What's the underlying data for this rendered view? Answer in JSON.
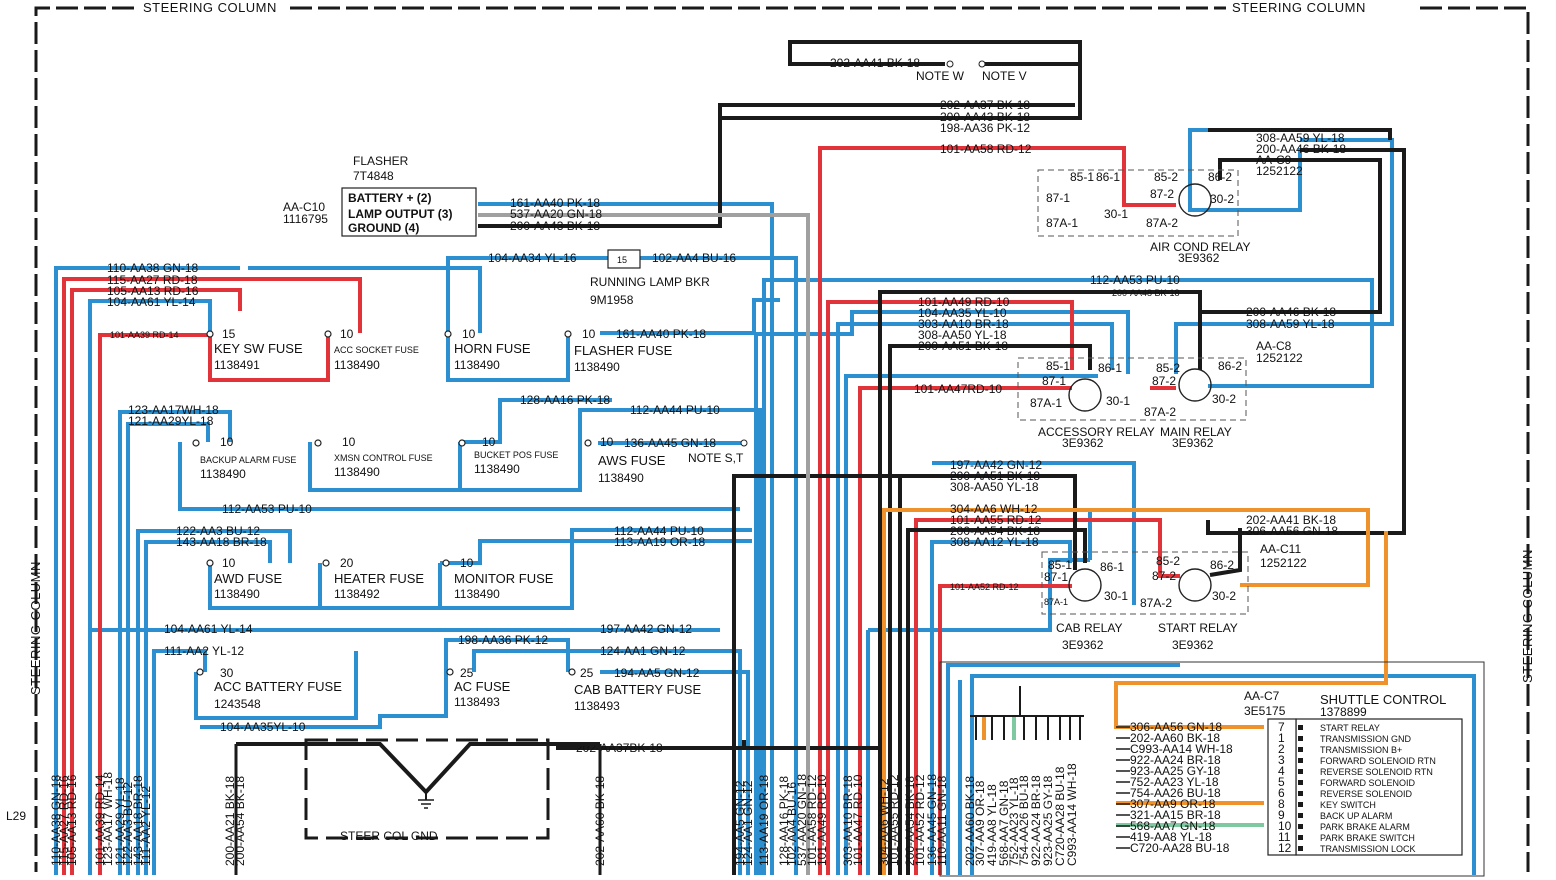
{
  "colors": {
    "blue": "#2b8fd0",
    "red": "#e0343a",
    "black": "#1a1a1a",
    "gray": "#a0a0a0",
    "orange": "#f0922b",
    "green": "#7fc9a0"
  },
  "frame": {
    "title_top_left": "STEERING COLUMN",
    "title_top_right": "STEERING COLUMN",
    "title_left": "STEERING COLUMN",
    "title_right": "STEERING COLUMN",
    "page_ref": "L29"
  },
  "flasher": {
    "title": "FLASHER",
    "part": "7T4848",
    "connector": "AA-C10",
    "connector_part": "1116795",
    "pins": [
      "BATTERY + (2)",
      "LAMP OUTPUT (3)",
      "GROUND (4)"
    ],
    "wires": [
      "161-AA40  PK-18",
      "537-AA20  GN-18",
      "200-AA43  BK-18"
    ]
  },
  "top_wires": {
    "note_wire": "202-AA41  BK-18",
    "note_w": "NOTE W",
    "note_v": "NOTE V",
    "w1": "202-AA37  BK-18",
    "w2": "200-AA43  BK-18",
    "w3": "198-AA36  PK-12",
    "w4": "101-AA58  RD-12"
  },
  "running_lamp": {
    "wire_in": "104-AA34  YL-16",
    "wire_out": "102-AA4  BU-16",
    "amp": "15",
    "name": "RUNNING LAMP BKR",
    "part": "9M1958"
  },
  "left_wires": {
    "l1": "110-AA38  GN-18",
    "l2": "115-AA27  RD-18",
    "l3": "105-AA13  RD-16",
    "l4": "104-AA61  YL-14",
    "keysw_in": "101-AA39  RD-14",
    "l5": "123-AA17WH-18",
    "l6": "121-AA29YL-18",
    "l7": "128-AA16  PK-18",
    "l8": "112-AA44  PU-10",
    "l9": "136-AA45  GN-18",
    "note_st": "NOTE S,T",
    "l10": "112-AA53  PU-10",
    "l11": "122-AA3  BU-12",
    "l12": "143-AA18 BR-18",
    "l13": "112-AA44  PU-10",
    "l14": "113-AA19  OR-18",
    "l15": "104-AA61  YL-14",
    "l16": "111-AA2  YL-12",
    "l17": "197-AA42  GN-12",
    "l18": "198-AA36 PK-12",
    "l19": "124-AA1  GN-12",
    "l20": "194-AA5  GN-12",
    "l21": "104-AA35YL-10",
    "l22": "202-AA37BK-18",
    "flasher_fuse_out": "161-AA40  PK-18"
  },
  "fuses": [
    {
      "name": "KEY SW FUSE",
      "amp": "15",
      "part": "1138491"
    },
    {
      "name": "ACC SOCKET FUSE",
      "amp": "10",
      "part": "1138490"
    },
    {
      "name": "HORN FUSE",
      "amp": "10",
      "part": "1138490"
    },
    {
      "name": "FLASHER FUSE",
      "amp": "10",
      "part": "1138490"
    },
    {
      "name": "BACKUP ALARM FUSE",
      "amp": "10",
      "part": "1138490"
    },
    {
      "name": "XMSN CONTROL FUSE",
      "amp": "10",
      "part": "1138490"
    },
    {
      "name": "BUCKET POS FUSE",
      "amp": "10",
      "part": "1138490"
    },
    {
      "name": "AWS FUSE",
      "amp": "10",
      "part": "1138490"
    },
    {
      "name": "AWD FUSE",
      "amp": "10",
      "part": "1138490"
    },
    {
      "name": "HEATER FUSE",
      "amp": "20",
      "part": "1138492"
    },
    {
      "name": "MONITOR FUSE",
      "amp": "10",
      "part": "1138490"
    },
    {
      "name": "ACC BATTERY FUSE",
      "amp": "30",
      "part": "1243548"
    },
    {
      "name": "AC FUSE",
      "amp": "25",
      "part": "1138493"
    },
    {
      "name": "CAB BATTERY FUSE",
      "amp": "25",
      "part": "1138493"
    }
  ],
  "relays": {
    "aircond": {
      "name": "AIR COND RELAY",
      "part": "3E9362",
      "conn": "AA-C9",
      "conn_part": "1252122",
      "w1": "308-AA59 YL-18",
      "w2": "200-AA46 BK-18"
    },
    "accessory": {
      "name": "ACCESSORY RELAY",
      "part": "3E9362"
    },
    "main": {
      "name": "MAIN RELAY",
      "part": "3E9362",
      "conn": "AA-C8",
      "conn_part": "1252122",
      "w1": "200-AA46  BK-18",
      "w2": "308-AA59  YL-18"
    },
    "cab": {
      "name": "CAB RELAY",
      "part": "3E9362"
    },
    "start": {
      "name": "START RELAY",
      "part": "3E9362",
      "conn": "AA-C11",
      "conn_part": "1252122",
      "w1": "202-AA41  BK-18",
      "w2": "306-AA56  GN-18"
    },
    "pins": {
      "p85_1": "85-1",
      "p86_1": "86-1",
      "p87_1": "87-1",
      "p87a_1": "87A-1",
      "p30_1": "30-1",
      "p85_2": "85-2",
      "p86_2": "86-2",
      "p87_2": "87-2",
      "p87a_2": "87A-2",
      "p30_2": "30-2"
    },
    "mid_wires": {
      "m1": "112-AA53  PU-10",
      "m2": "200-AA48 BK-18",
      "m3": "101-AA49  RD-10",
      "m4": "104-AA35  YL-10",
      "m5": "303-AA10  BR-18",
      "m6": "308-AA50  YL-18",
      "m7": "200-AA51  BK-18",
      "m8": "101-AA47RD-10",
      "m9": "197-AA42  GN-12",
      "m10": "200-AA51  BK-18",
      "m11": "308-AA50  YL-18",
      "m12": "304-AA6  WH-12",
      "m13": "101-AA55  RD-12",
      "m14": "200-AA54  BK-18",
      "m15": "308-AA12  YL-18",
      "m16": "101-AA52  RD-12"
    }
  },
  "ground": {
    "name": "STEER COL GND"
  },
  "shuttle": {
    "conn": "AA-C7",
    "conn_part": "3E5175",
    "title": "SHUTTLE CONTROL",
    "part": "1378899",
    "wires": [
      "306-AA56  GN-18",
      "202-AA60  BK-18",
      "C993-AA14  WH-18",
      "922-AA24  BR-18",
      "923-AA25  GY-18",
      "752-AA23  YL-18",
      "754-AA26  BU-18",
      "307-AA9  OR-18",
      "321-AA15  BR-18",
      "568-AA7  GN-18",
      "419-AA8  YL-18",
      "C720-AA28  BU-18"
    ],
    "pins": [
      "7",
      "1",
      "2",
      "3",
      "4",
      "5",
      "6",
      "8",
      "9",
      "10",
      "11",
      "12"
    ],
    "functions": [
      "START RELAY",
      "TRANSMISSION GND",
      "TRANSMISSION B+",
      "FORWARD SOLENOID RTN",
      "REVERSE SOLENOID RTN",
      "FORWARD SOLENOID",
      "REVERSE SOLENOID",
      "KEY SWITCH",
      "BACK UP ALARM",
      "PARK BRAKE ALARM",
      "PARK BRAKE SWITCH",
      "TRANSMISSION LOCK"
    ]
  },
  "bottom_labels": {
    "left_group": [
      "110-AA38  GN-18",
      "115-AA27  RD-16",
      "105-AA13  RD-16",
      "101-AA39  RD-14",
      "123-AA17  WH-18",
      "121-AA29  YL-18",
      "122-AA3  BU-12",
      "143-AA18  BR-18",
      "111-AA2  YL-12"
    ],
    "gnd_group": [
      "200-AA21 BK-18",
      "200-AA54 BK-18"
    ],
    "gnd_right": "202-AA60 BK-18",
    "mid_group": [
      "194-AA5  GN-12",
      "124-AA1  GN-12",
      "113-AA19  OR-18",
      "128-AA16  PK-18",
      "102-AA4  BU-16",
      "537-AA20  GN-18",
      "101-AA58  RD-12",
      "101-AA49  RD-10",
      "303-AA10  BR-18",
      "101-AA47  RD-10"
    ],
    "right_group": [
      "304-AA6  WH-12",
      "101-AA55  RD-12",
      "200-AA54  BK-18",
      "101-AA52  RD-12",
      "136-AA45  GN-18",
      "110-AA11  GN-18"
    ],
    "shuttle_group": [
      "202-AA60  BK-18",
      "307-AA9  OR-18",
      "419-AA8  YL-18",
      "568-AA7  GN-18",
      "752-AA23  YL-18",
      "754-AA26  BU-18",
      "922-AA24  BR-18",
      "923-AA25  GY-18",
      "C720-AA28  BU-18",
      "C993-AA14  WH-18"
    ]
  }
}
